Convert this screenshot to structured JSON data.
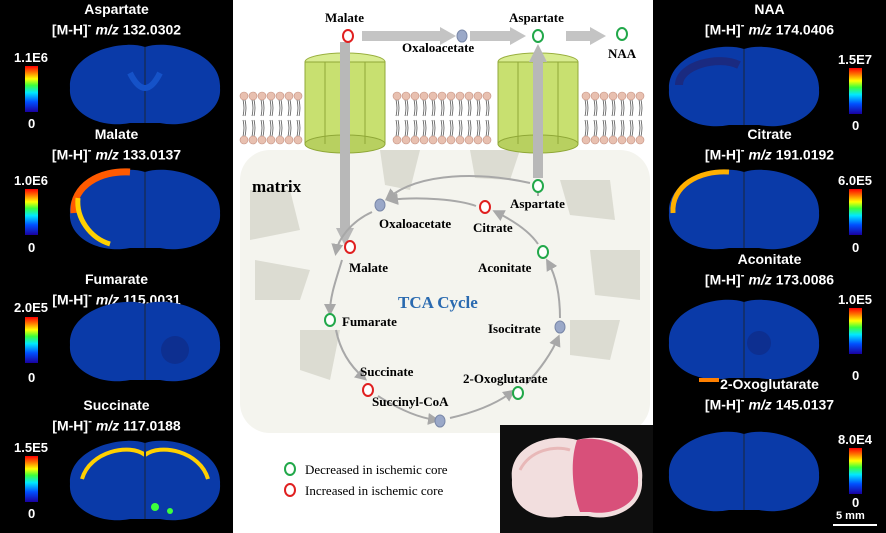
{
  "left_panels": [
    {
      "name": "Aspartate",
      "ion": "[M-H]",
      "sup": "-",
      "mz_label": "m/z",
      "mz": "132.0302",
      "max": "1.1E6",
      "zero": "0"
    },
    {
      "name": "Malate",
      "ion": "[M-H]",
      "sup": "-",
      "mz_label": "m/z",
      "mz": "133.0137",
      "max": "1.0E6",
      "zero": "0"
    },
    {
      "name": "Fumarate",
      "ion": "[M-H]",
      "sup": "-",
      "mz_label": "m/z",
      "mz": "115.0031",
      "max": "2.0E5",
      "zero": "0"
    },
    {
      "name": "Succinate",
      "ion": "[M-H]",
      "sup": "-",
      "mz_label": "m/z",
      "mz": "117.0188",
      "max": "1.5E5",
      "zero": "0"
    }
  ],
  "right_panels": [
    {
      "name": "NAA",
      "ion": "[M-H]",
      "sup": "-",
      "mz_label": "m/z",
      "mz": "174.0406",
      "max": "1.5E7",
      "zero": "0"
    },
    {
      "name": "Citrate",
      "ion": "[M-H]",
      "sup": "-",
      "mz_label": "m/z",
      "mz": "191.0192",
      "max": "6.0E5",
      "zero": "0"
    },
    {
      "name": "Aconitate",
      "ion": "[M-H]",
      "sup": "-",
      "mz_label": "m/z",
      "mz": "173.0086",
      "max": "1.0E5",
      "zero": "0"
    },
    {
      "name": "2-Oxoglutarate",
      "ion": "[M-H]",
      "sup": "-",
      "mz_label": "m/z",
      "mz": "145.0137",
      "max": "8.0E4",
      "zero": "0"
    }
  ],
  "scale_bar": "5 mm",
  "diagram": {
    "top": {
      "malate": "Malate",
      "oxaloacetate": "Oxaloacetate",
      "aspartate": "Aspartate",
      "naa": "NAA"
    },
    "matrix": "matrix",
    "cycle_title": "TCA Cycle",
    "cycle": {
      "aspartate": "Aspartate",
      "oxaloacetate": "Oxaloacetate",
      "citrate": "Citrate",
      "malate": "Malate",
      "aconitate": "Aconitate",
      "fumarate": "Fumarate",
      "isocitrate": "Isocitrate",
      "succinate": "Succinate",
      "oxoglutarate": "2-Oxoglutarate",
      "succinylcoa": "Succinyl-CoA"
    },
    "legend": {
      "decreased": "Decreased in ischemic core",
      "increased": "Increased in ischemic core"
    },
    "colors": {
      "decreased": "#22a84a",
      "increased": "#e02020",
      "neutral": "#9aa8c8",
      "cycle_title": "#2a6ab0"
    }
  }
}
